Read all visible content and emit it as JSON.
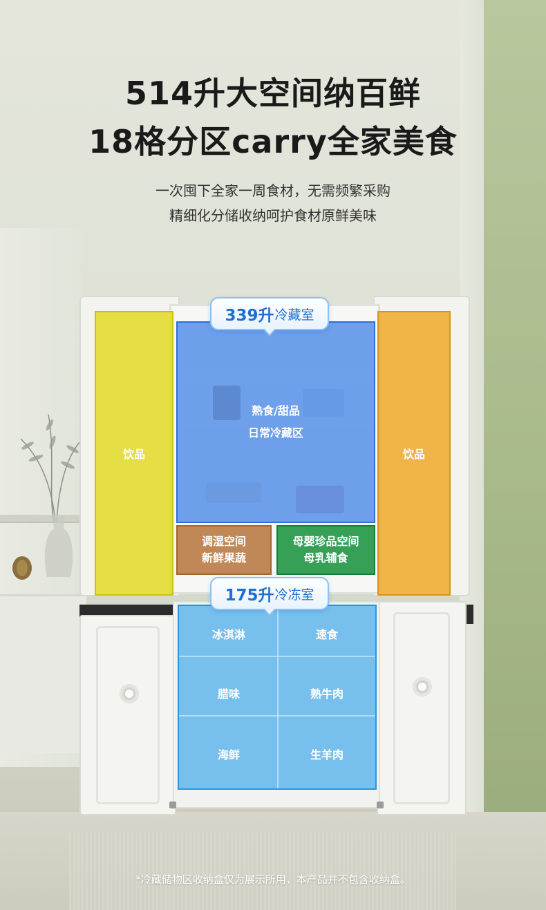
{
  "headline": {
    "line1": "514升大空间纳百鲜",
    "line2": "18格分区carry全家美食"
  },
  "subheadline": {
    "line1": "一次囤下全家一周食材，无需频繁采购",
    "line2": "精细化分储收纳呵护食材原鲜美味"
  },
  "fridge": {
    "badge": {
      "volume": "339升",
      "name": "冷藏室"
    },
    "left_door_label": "饮品",
    "right_door_label": "饮品",
    "main_zone": {
      "line1": "熟食/甜品",
      "line2": "日常冷藏区"
    },
    "humidity_zone": {
      "line1": "调湿空间",
      "line2": "新鲜果蔬"
    },
    "baby_zone": {
      "line1": "母婴珍品空间",
      "line2": "母乳辅食"
    }
  },
  "freezer": {
    "badge": {
      "volume": "175升",
      "name": "冷冻室"
    },
    "drawers": [
      "冰淇淋",
      "速食",
      "腊味",
      "熟牛肉",
      "海鲜",
      "生羊肉"
    ]
  },
  "footnote": "*冷藏储物区收纳盒仅为展示所用，本产品并不包含收纳盒。",
  "colors": {
    "drinks_left": "#e0d814",
    "drinks_right": "#eea51e",
    "fridge_main": "#377de6",
    "humidity": "#b97841",
    "baby": "#209646",
    "freezer": "#46aaeb",
    "badge_text": "#1e6fd0"
  }
}
